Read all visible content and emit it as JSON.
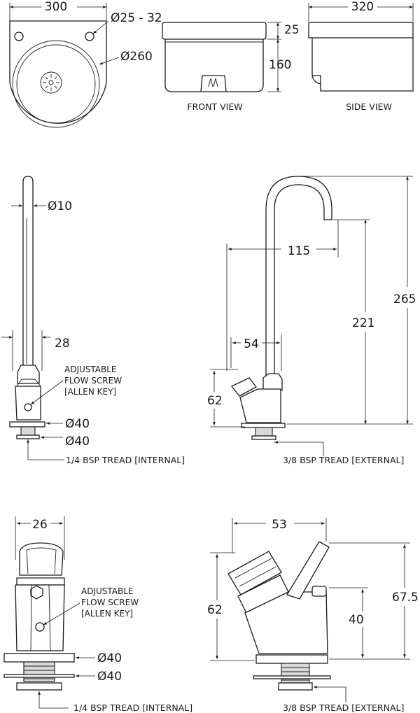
{
  "basin": {
    "width_dim": "300",
    "fixing_dia": "Ø25 - 32",
    "bowl_dia": "Ø260",
    "front_view_label": "FRONT VIEW",
    "side_view_label": "SIDE VIEW",
    "lip_height": "25",
    "body_height": "160",
    "depth_dim": "320"
  },
  "spout": {
    "tube_dia": "Ø10",
    "tube_offset": "28",
    "reach": "115",
    "overall_height": "265",
    "outlet_height": "221",
    "valve_offset": "54",
    "valve_height": "62",
    "flow_screw_note": [
      "ADJUSTABLE",
      "FLOW SCREW",
      "[ALLEN KEY]"
    ],
    "flange_dia": "Ø40",
    "washer_dia": "Ø40",
    "thread_internal": "1/4 BSP TREAD [INTERNAL]",
    "thread_external": "3/8 BSP TREAD [EXTERNAL]"
  },
  "valve": {
    "body_width": "26",
    "overall_width": "53",
    "overall_height": "67.5",
    "cap_height": "62",
    "button_height": "40",
    "flow_screw_note": [
      "ADJUSTABLE",
      "FLOW SCREW",
      "[ALLEN KEY]"
    ],
    "flange_dia": "Ø40",
    "washer_dia": "Ø40",
    "thread_internal": "1/4 BSP TREAD [INTERNAL]",
    "thread_external": "3/8 BSP TREAD [EXTERNAL]"
  }
}
